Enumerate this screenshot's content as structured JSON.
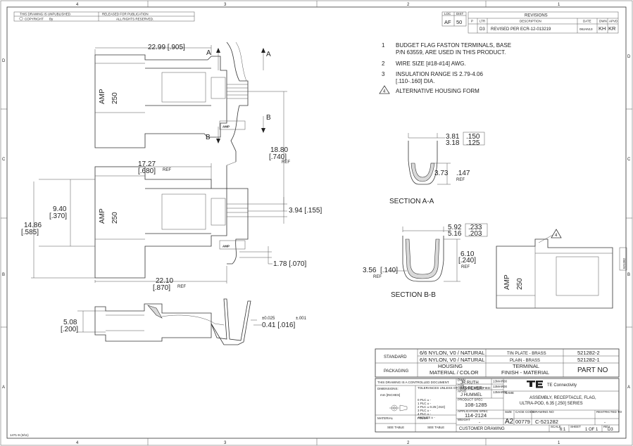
{
  "header": {
    "unpublished": "THIS DRAWING IS UNPUBLISHED.",
    "released": "RELEASED FOR PUBLICATION",
    "copyright": "COPYRIGHT",
    "by": "By",
    "rights": "ALL RIGHTS RESERVED.",
    "loc": "LOC",
    "dist": "DIST",
    "loc_val": "AF",
    "dist_val": "50"
  },
  "grid": {
    "cols": [
      "4",
      "3",
      "2",
      "1"
    ],
    "rows": [
      "D",
      "C",
      "B",
      "A"
    ]
  },
  "revisions": {
    "title": "REVISIONS",
    "headers": [
      "P",
      "LTR",
      "DESCRIPTION",
      "DATE",
      "DWN",
      "APVD"
    ],
    "row": [
      "",
      "D3",
      "REVISED PER ECR-12-013219",
      "08JAN13",
      "KH",
      "KR"
    ]
  },
  "notes": [
    {
      "num": "1",
      "lines": [
        "BUDGET FLAG FASTON TERMINALS, BASE",
        "P/N 63559, ARE USED IN THIS PRODUCT."
      ]
    },
    {
      "num": "2",
      "lines": [
        "WIRE SIZE [#18-#14] AWG."
      ]
    },
    {
      "num": "3",
      "lines": [
        "INSULATION RANGE IS 2.79-4.06",
        "[.110-.160] DIA."
      ]
    },
    {
      "num": "4",
      "lines": [
        "ALTERNATIVE HOUSING FORM"
      ]
    }
  ],
  "dims": {
    "d1": "22.99 [.905]",
    "d2": "17.27",
    "d2b": "[.680]",
    "ref": "REF",
    "d3": "18.80",
    "d3b": "[.740]",
    "d4": "9.40",
    "d4b": "[.370]",
    "d5": "14.86",
    "d5b": "[.585]",
    "d6": "3.94 [.155]",
    "d7": "1.78 [.070]",
    "d8": "22.10",
    "d8b": "[.870]",
    "d9": "5.08",
    "d9b": "[.200]",
    "d10a": "±0.025",
    "d10b": "±.001",
    "d10": "0.41 [.016]",
    "sa1": "3.81",
    "sa2": "3.18",
    "sa1b": ".150",
    "sa2b": ".125",
    "sa3": "3.73",
    "sa3b": ".147",
    "sb1": "5.92",
    "sb2": "5.16",
    "sb1b": ".233",
    "sb2b": ".203",
    "sb3": "6.10",
    "sb3b": "[.240]",
    "sb4": "3.56",
    "sb4b": "[.140]"
  },
  "labels": {
    "A": "A",
    "B": "B",
    "amp": "AMP",
    "n250": "250",
    "sectionA": "SECTION A-A",
    "sectionB": "SECTION B-B",
    "balloon4": "4",
    "amp_logo": "AMP"
  },
  "partbox": "521282",
  "bom": {
    "standard": "STANDARD",
    "packaging": "PACKAGING",
    "row1_mat": "6/6 NYLON, V0 / NATURAL",
    "row2_mat": "6/6 NYLON, V0 / NATURAL",
    "row1_fin": "TIN PLATE - BRASS",
    "row2_fin": "PLAIN - BRASS",
    "row1_pn": "521282-2",
    "row2_pn": "521282-1",
    "housing": "HOUSING",
    "mat_color": "MATERIAL / COLOR",
    "terminal": "TERMINAL",
    "fin_mat": "FINISH - MATERIAL",
    "part_no": "PART NO"
  },
  "title": {
    "controlled": "THIS DRAWING IS A CONTROLLED DOCUMENT.",
    "dimensions": "DIMENSIONS:",
    "units": "mm [INCHES]",
    "tolerances": "TOLERANCES UNLESS OTHERWISE SPECIFIED:",
    "tol_lines": [
      "0 PLC  ±  -",
      "1 PLC  ±  -",
      "2 PLC  ±  0.25 [.010]",
      "3 PLC  ±  -",
      "4 PLC  ±  -",
      "ANGLES  ±  -"
    ],
    "drwn_lbl": "DWN",
    "drwn": "JR RUTH",
    "chk_lbl": "CHK",
    "chk": "MS FEHER",
    "apvd_lbl": "APVD",
    "apvd": "J HUMMEL",
    "product_spec_lbl": "PRODUCT SPEC",
    "product_spec": "108-1285",
    "app_spec_lbl": "APPLICATION SPEC",
    "app_spec": "114-2124",
    "weight_lbl": "WEIGHT",
    "weight": "-",
    "date1": "13MAR00",
    "date2": "13MAR00",
    "date3": "13MAR00",
    "name_lbl": "NAME",
    "company": "TE Connectivity",
    "desc_lines": [
      "ASSEMBLY, RECEPTACLE, FLAG,",
      "ULTRA-POD, 6.35 [.250] SERIES"
    ],
    "size_lbl": "SIZE",
    "cage_lbl": "CAGE CODE",
    "dwg_lbl": "DRAWING NO",
    "restricted_lbl": "RESTRICTED TO",
    "size": "A2",
    "cage": "00779",
    "dwg": "C-521282",
    "restricted": "-",
    "scale_lbl": "SCALE",
    "scale": "6:1",
    "sheet_lbl": "SHEET",
    "sheet": "1 OF 1",
    "rev_lbl": "REV",
    "rev": "D3",
    "material_lbl": "MATERIAL",
    "finish_lbl": "FINISH",
    "see_table": "SEE TABLE",
    "see_table2": "SEE TABLE",
    "customer": "CUSTOMER DRAWING",
    "form": "1471-9 (3/11)"
  }
}
